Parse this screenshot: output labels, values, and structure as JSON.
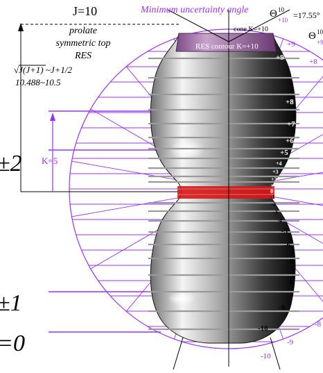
{
  "header": {
    "j_label": "J=10",
    "min_angle_label": "Minimum uncertainty angle",
    "theta_top": "Θ",
    "theta_top_sup": "10",
    "theta_top_sub": "+10",
    "theta_top_value": "=17.55°",
    "theta_right": "Θ",
    "theta_right_sup": "10",
    "theta_right_sub": "+9"
  },
  "left_text": {
    "prolate": "prolate",
    "symmetric_top": "symmetric top",
    "res": "RES",
    "sqrt_label": "√J(J+1) ~J+1/2",
    "numeric_label": "10.488~10.5",
    "k5": "K=5"
  },
  "big_labels": {
    "k2": "±2",
    "k1": "±1",
    "k0": "=0"
  },
  "cone_labels": {
    "cone_top": "cone K=+10",
    "res_contour": "RES contour K=+10",
    "right_k_labels": [
      "+9",
      "+8"
    ],
    "bottom_k_labels": [
      "-9",
      "-10",
      "-8"
    ]
  },
  "surface_labels": [
    "+9",
    "+8",
    "+7",
    "+6",
    "+5",
    "+4",
    "+3",
    "+2",
    "+1",
    "0",
    "-1",
    "-2",
    "-3",
    "-4",
    "-5",
    "-6",
    "-7",
    "-8",
    "-9",
    "-10"
  ],
  "colors": {
    "violet": "#9b30ff",
    "red": "#d01818",
    "purple_cap": "#a05aa8"
  }
}
